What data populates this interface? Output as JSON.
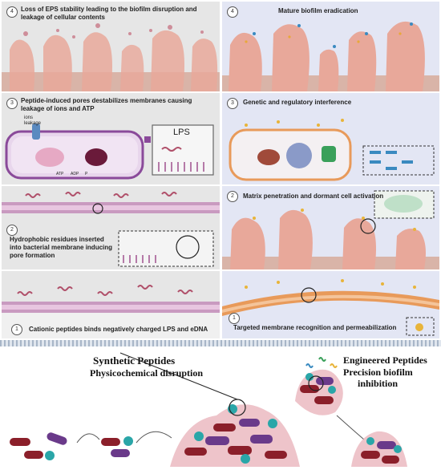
{
  "panels": {
    "l4": {
      "num": "4",
      "caption": "Loss of EPS stability leading to the biofilm disruption and leakage of cellular contents"
    },
    "r4": {
      "num": "4",
      "caption": "Mature biofilm eradication"
    },
    "l3": {
      "num": "3",
      "caption": "Peptide-induced pores destabilizes membranes causing leakage of ions and ATP",
      "ions_label": "ions leakage",
      "lps_label": "LPS",
      "atp_label": "ATP",
      "adp_label": "ADP",
      "p_label": "P"
    },
    "r3": {
      "num": "3",
      "caption": "Genetic and regulatory interference"
    },
    "l2": {
      "num": "2",
      "caption": "Hydrophobic residues inserted into bacterial membrane inducing pore formation"
    },
    "r2": {
      "num": "2",
      "caption": "Matrix penetration and dormant cell activation"
    },
    "l1": {
      "num": "1",
      "caption": "Cationic peptides binds negatively charged LPS and eDNA"
    },
    "r1": {
      "num": "1",
      "caption": "Targeted membrane recognition and permeabilization"
    }
  },
  "bottom": {
    "synthetic_title": "Synthetic Peptides",
    "synthetic_subtitle": "Physicochemical disruption",
    "engineered_title": "Engineered Peptides",
    "engineered_subtitle": "Precision biofilm",
    "engineered_subtitle2": "inhibition"
  },
  "colors": {
    "biofilm": "#e8a89a",
    "membrane": "#b57aa8",
    "orange_membrane": "#e89a5a",
    "peptide": "#b0506a",
    "cell_red": "#8b1f2a",
    "cell_purple": "#6a3a8a",
    "cell_teal": "#2aa6a8"
  }
}
